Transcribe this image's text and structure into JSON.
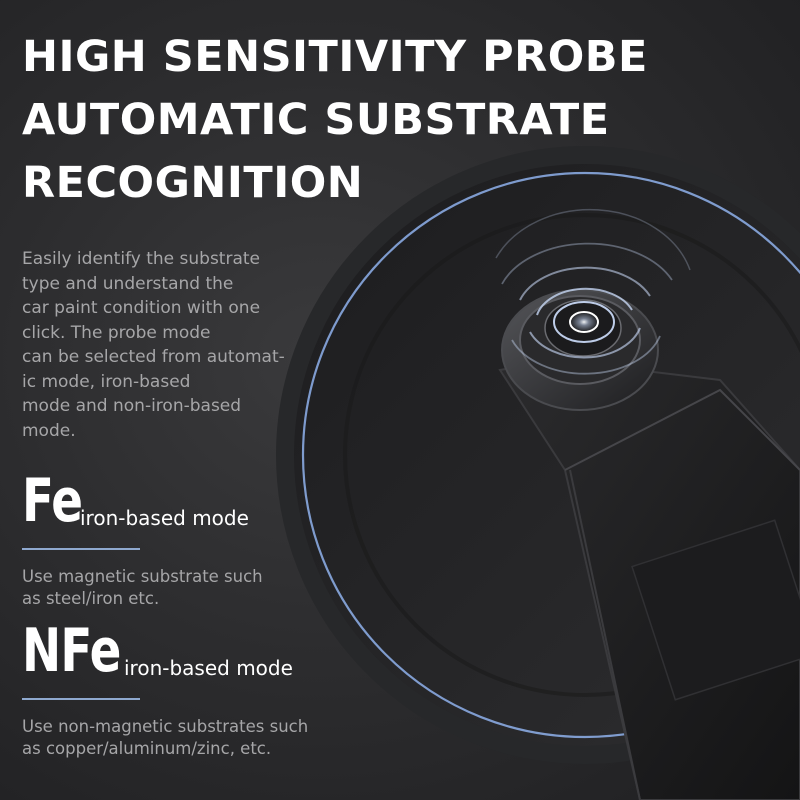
{
  "headline": [
    "HIGH SENSITIVITY PROBE",
    "AUTOMATIC SUBSTRATE",
    "RECOGNITION"
  ],
  "intro_lines": [
    "Easily identify the substrate",
    "type and understand the",
    "car paint condition with one",
    "click. The probe mode",
    "can be selected from automat-",
    "ic mode, iron-based",
    "mode and non-iron-based",
    "mode."
  ],
  "modes": [
    {
      "code": "Fe",
      "label": "iron-based mode",
      "description_lines": [
        "Use magnetic substrate such",
        "as steel/iron etc."
      ]
    },
    {
      "code": "NFe",
      "label": "iron-based mode",
      "description_lines": [
        "Use non-magnetic substrates such",
        "as copper/aluminum/zinc, etc."
      ]
    }
  ],
  "colors": {
    "background": "#2a2a2b",
    "headline_text": "#ffffff",
    "body_text": "#a6a6a8",
    "accent_rule": "#8fa9cf",
    "signal_ring": "#cfe0ff"
  },
  "icons": {
    "probe": "probe-device-icon",
    "signal": "signal-waves-icon"
  }
}
